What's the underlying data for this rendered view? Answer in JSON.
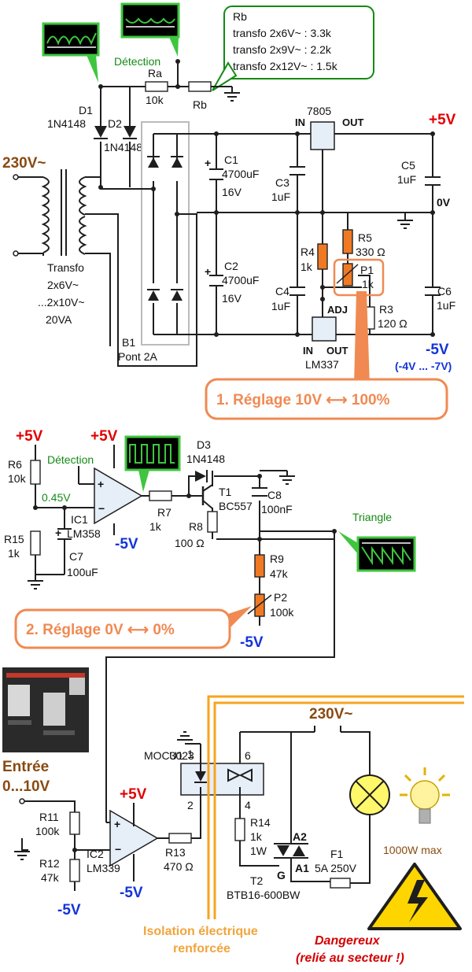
{
  "rb_box": {
    "title": "Rb",
    "line1": "transfo 2x6V~ : 3.3k",
    "line2": "transfo 2x9V~ : 2.2k",
    "line3": "transfo 2x12V~ : 1.5k"
  },
  "labels": {
    "detection_top": "Détection",
    "ra": "Ra",
    "ra_val": "10k",
    "rb": "Rb",
    "d1": "D1",
    "d1_val": "1N4148",
    "d2": "D2",
    "d2_val": "1N4148",
    "v230_in": "230V~",
    "transfo": "Transfo",
    "transfo_v1": "2x6V~",
    "transfo_v2": "...2x10V~",
    "transfo_va": "20VA",
    "b1": "B1",
    "b1_val": "Pont 2A",
    "c1": "C1",
    "c1_val": "4700uF",
    "c1_v": "16V",
    "c2": "C2",
    "c2_val": "4700uF",
    "c2_v": "16V",
    "c3": "C3",
    "c3_val": "1uF",
    "c4": "C4",
    "c4_val": "1uF",
    "c5": "C5",
    "c5_val": "1uF",
    "c6": "C6",
    "c6_val": "1uF",
    "reg_7805": "7805",
    "in1": "IN",
    "out1": "OUT",
    "plus5": "+5V",
    "zero_v": "0V",
    "minus5": "-5V",
    "minus_range": "(-4V ... -7V)",
    "r4": "R4",
    "r4_val": "1k",
    "r5": "R5",
    "r5_val": "330 Ω",
    "p1": "P1",
    "p1_val": "1k",
    "r3": "R3",
    "r3_val": "120 Ω",
    "adj": "ADJ",
    "in2": "IN",
    "out2": "OUT",
    "lm337": "LM337",
    "adjust1": "1. Réglage  10V ⟷ 100%",
    "plus5_a": "+5V",
    "plus5_b": "+5V",
    "r6": "R6",
    "r6_val": "10k",
    "detection_mid": "Détection",
    "v045": "0.45V",
    "r15": "R15",
    "r15_val": "1k",
    "c7": "C7",
    "c7_val": "100uF",
    "ic1": "IC1",
    "ic1_val": "LM358",
    "minus5_ic1": "-5V",
    "r7": "R7",
    "r7_val": "1k",
    "d3": "D3",
    "d3_val": "1N4148",
    "t1": "T1",
    "t1_val": "BC557",
    "c8": "C8",
    "c8_val": "100nF",
    "r8": "R8",
    "r8_val": "100 Ω",
    "triangle": "Triangle",
    "r9": "R9",
    "r9_val": "47k",
    "p2": "P2",
    "p2_val": "100k",
    "minus5_p2": "-5V",
    "adjust2": "2. Réglage  0V ⟷ 0%",
    "entree": "Entrée",
    "entree_range": "0...10V",
    "r11": "R11",
    "r11_val": "100k",
    "r12": "R12",
    "r12_val": "47k",
    "minus5_bot": "-5V",
    "ic2": "IC2",
    "ic2_val": "LM339",
    "plus5_ic2": "+5V",
    "minus5_ic2": "-5V",
    "r13": "R13",
    "r13_val": "470 Ω",
    "u1": "U1",
    "u1_val": "MOC3023",
    "pin1": "1",
    "pin2": "2",
    "pin4": "4",
    "pin6": "6",
    "r14": "R14",
    "r14_val": "1k",
    "r14_w": "1W",
    "a2": "A2",
    "a1": "A1",
    "g": "G",
    "t2": "T2",
    "t2_val": "BTB16-600BW",
    "v230_out": "230V~",
    "f1": "F1",
    "f1_val": "5A 250V",
    "power": "1000W max",
    "isolation1": "Isolation électrique",
    "isolation2": "renforcée",
    "danger1": "Dangereux",
    "danger2": "(relié au secteur !)"
  }
}
